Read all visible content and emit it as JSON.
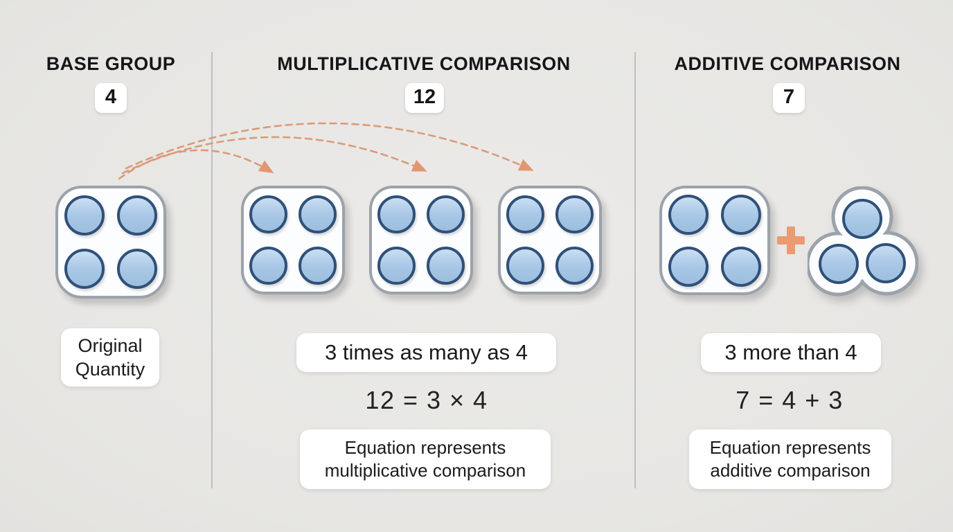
{
  "base_group": {
    "title": "BASE GROUP",
    "badge": "4",
    "tile_dot_count": 4,
    "label": {
      "line1": "Original",
      "line2": "Quantity"
    }
  },
  "multiplicative": {
    "title": "MULTIPLICATIVE COMPARISON",
    "badge": "12",
    "group_count": 3,
    "dots_per_group": 4,
    "statement": "3 times as many as 4",
    "equation": "12 = 3 × 4",
    "caption": {
      "line1": "Equation represents",
      "line2": "multiplicative comparison"
    }
  },
  "additive": {
    "title": "ADDITIVE COMPARISON",
    "badge": "7",
    "tile_dot_count": 4,
    "blob_dot_count": 3,
    "plus_icon": "+",
    "statement": "3 more than 4",
    "equation": "7 = 4 + 3",
    "caption": {
      "line1": "Equation represents",
      "line2": "additive comparison"
    }
  },
  "colors": {
    "background": "#e9e8e6",
    "dot_fill": "#aac8e7",
    "dot_border": "#2f5078",
    "tile_fill": "#fcfdfe",
    "tile_border": "#9ba2aa",
    "arrow": "#db9674",
    "plus": "#ec9a72",
    "divider": "#a9a9a9",
    "text": "#1b1b1d"
  }
}
